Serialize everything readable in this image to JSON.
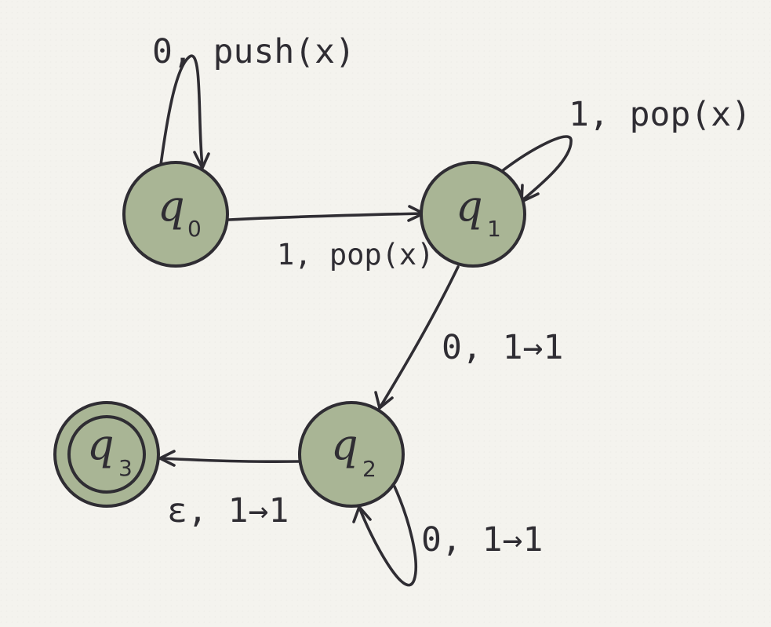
{
  "diagram": {
    "states": [
      {
        "id": "q0",
        "main": "q",
        "sub": "0",
        "accepting": false
      },
      {
        "id": "q1",
        "main": "q",
        "sub": "1",
        "accepting": false
      },
      {
        "id": "q2",
        "main": "q",
        "sub": "2",
        "accepting": false
      },
      {
        "id": "q3",
        "main": "q",
        "sub": "3",
        "accepting": true
      }
    ],
    "transitions": {
      "q0_loop": "0, push(x)",
      "q0_q1": "1, pop(x)",
      "q1_loop": "1, pop(x)",
      "q1_q2": "0, 1→1",
      "q2_q3": "ε, 1→1",
      "q2_loop": "0, 1→1"
    },
    "colors": {
      "node_fill": "#a9b595",
      "stroke": "#2f2d33",
      "background": "#f4f3ee"
    }
  }
}
